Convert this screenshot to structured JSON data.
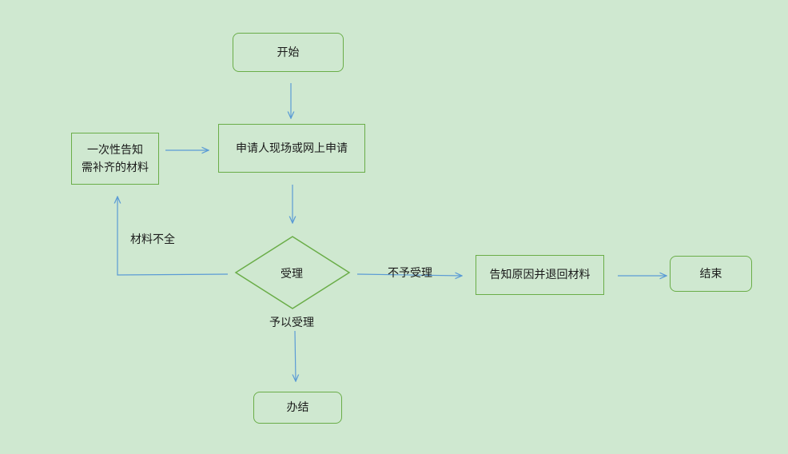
{
  "nodes": {
    "start": "开始",
    "apply": "申请人现场或网上申请",
    "notify_line1": "一次性告知",
    "notify_line2": "需补齐的材料",
    "review": "受理",
    "reject_notify": "告知原因并退回材料",
    "end": "结束",
    "complete": "办结"
  },
  "edge_labels": {
    "incomplete": "材料不全",
    "not_accepted": "不予受理",
    "accepted": "予以受理"
  },
  "colors": {
    "background": "#cfe8d0",
    "node_border": "#6aad48",
    "arrow": "#5b9bd5"
  }
}
